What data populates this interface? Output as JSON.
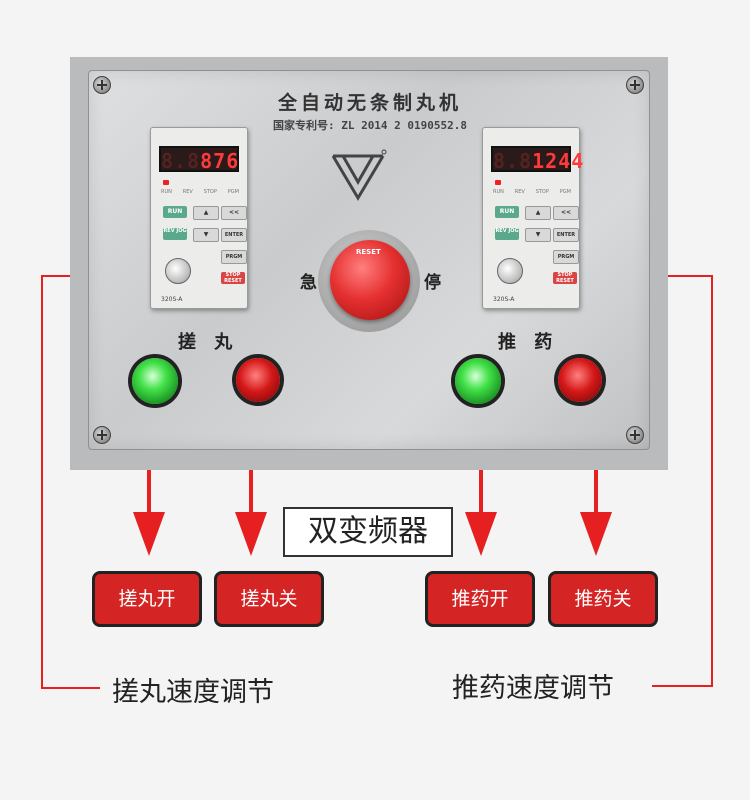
{
  "panel": {
    "title": "全自动无条制丸机",
    "patent": "国家专利号: ZL 2014 2 0190552.8",
    "estop_left": "急",
    "estop_right": "停",
    "estop_cap": "RESET",
    "section_left": "搓 丸",
    "section_right": "推 药"
  },
  "inverter_left": {
    "display": "876",
    "display_prefix": "8.8",
    "leds": [
      "RUN",
      "REV",
      "STOP",
      "PGM"
    ],
    "keys": {
      "run": "RUN",
      "shift": "<<",
      "rev_jog": "REV JOG",
      "enter": "ENTER",
      "prgm": "PRGM",
      "stop_reset": "STOP RESET"
    },
    "model": "320S-A"
  },
  "inverter_right": {
    "display": "1244",
    "display_prefix": "8.8",
    "leds": [
      "RUN",
      "REV",
      "STOP",
      "PGM"
    ],
    "keys": {
      "run": "RUN",
      "shift": "<<",
      "rev_jog": "REV JOG",
      "enter": "ENTER",
      "prgm": "PRGM",
      "stop_reset": "STOP RESET"
    },
    "model": "320S-A"
  },
  "annotations": {
    "center_label": "双变频器",
    "buttons": [
      "搓丸开",
      "搓丸关",
      "推药开",
      "推药关"
    ],
    "left_speed": "搓丸速度调节",
    "right_speed": "推药速度调节"
  },
  "colors": {
    "arrow": "#e62020",
    "button_bg": "#d42424",
    "led_green": "#44e24a",
    "led_red": "#d41818"
  }
}
